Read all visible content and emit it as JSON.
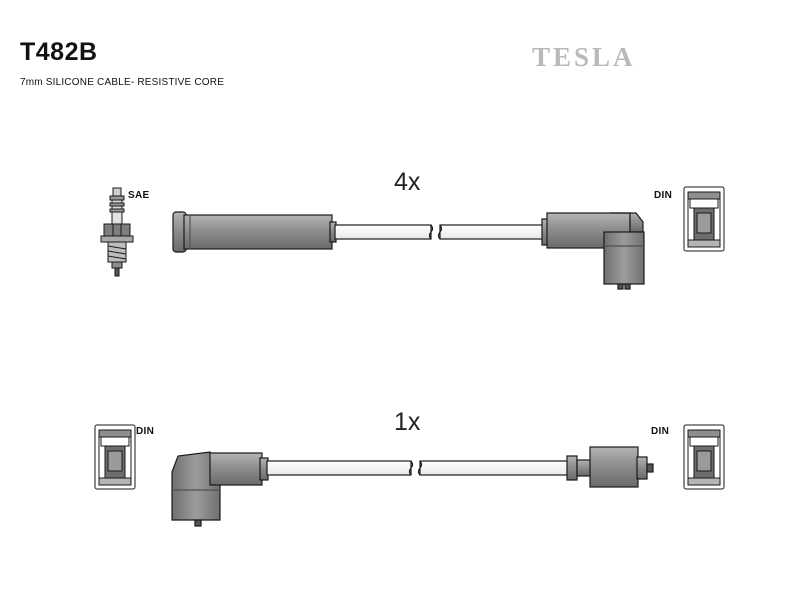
{
  "header": {
    "part_number": "T482B",
    "description": "7mm SILICONE CABLE- RESISTIVE CORE",
    "brand": "TESLA"
  },
  "colors": {
    "component_fill": "#8f8f8f",
    "component_dark": "#6d6d6d",
    "outline": "#1a1a1a",
    "watermark": "#b9b9b9"
  },
  "leads": [
    {
      "quantity": "4x",
      "plug_end": {
        "terminal": "SAE",
        "icon": "spark-plug-icon"
      },
      "coil_end": {
        "terminal": "DIN",
        "icon": "din-terminal-icon"
      }
    },
    {
      "quantity": "1x",
      "plug_end": {
        "terminal": "DIN",
        "icon": "din-terminal-icon"
      },
      "coil_end": {
        "terminal": "DIN",
        "icon": "din-terminal-icon"
      }
    }
  ]
}
